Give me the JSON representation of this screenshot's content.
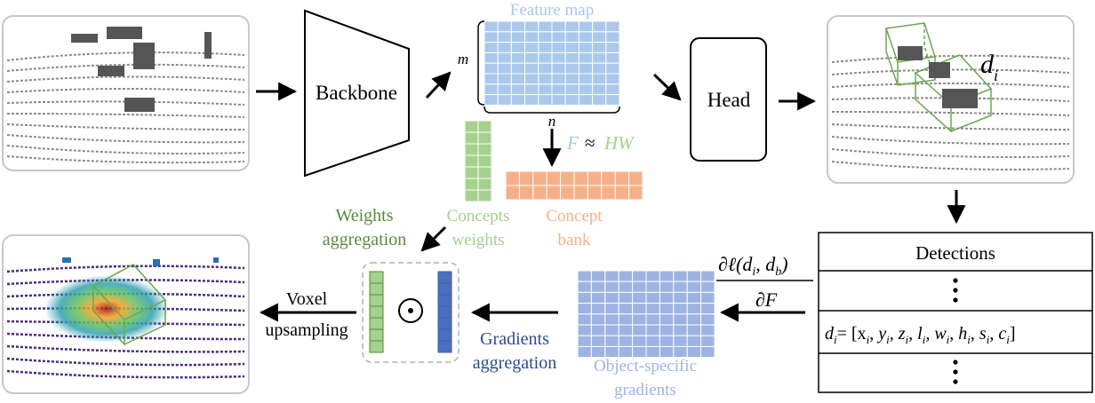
{
  "labels": {
    "backbone": "Backbone",
    "head": "Head",
    "feature_map": "Feature map",
    "dim_m": "m",
    "dim_n": "n",
    "approx_F": "F",
    "approx_sym": "≈",
    "approx_HW": "HW",
    "concepts_weights_1": "Concepts",
    "concepts_weights_2": "weights",
    "concept_bank_1": "Concept",
    "concept_bank_2": "bank",
    "weights_agg_1": "Weights",
    "weights_agg_2": "aggregation",
    "gradients_agg_1": "Gradients",
    "gradients_agg_2": "aggregation",
    "obj_grad_1": "Object-specific",
    "obj_grad_2": "gradients",
    "voxel_1": "Voxel",
    "voxel_2": "upsampling",
    "detections": "Detections",
    "det_var": "d",
    "det_sub": "i",
    "det_eq": "d",
    "det_eq_sub": "i",
    "det_tuple": "= [x",
    "grad_num": "∂ℓ(d",
    "grad_num_b": ", d",
    "grad_num_end": ")",
    "grad_den": "∂F",
    "odot": "⊙"
  },
  "colors": {
    "feature_map": "#a9c8ec",
    "concepts_weights": "#a4d28e",
    "concept_bank": "#f6b089",
    "weights_agg": "#5a8a3a",
    "gradients": "#3d5fa8",
    "object_grad": "#9db3e3",
    "grad_label": "#2b4a8e",
    "obj_label": "#9db3e3"
  }
}
